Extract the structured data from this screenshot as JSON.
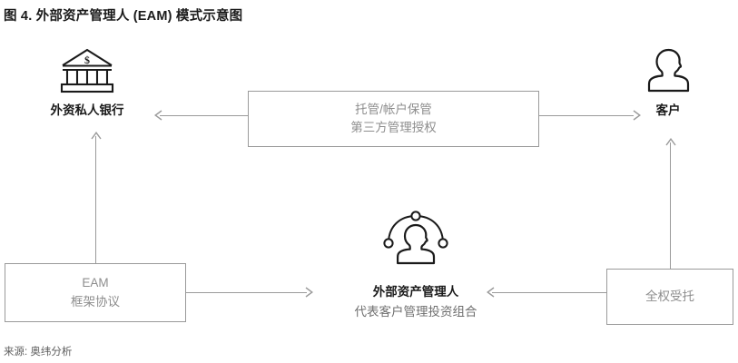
{
  "figure": {
    "title": "图 4. 外部资产管理人 (EAM) 模式示意图",
    "source": "来源: 奥纬分析"
  },
  "nodes": {
    "bank": {
      "icon": "bank-icon",
      "label": "外资私人银行"
    },
    "client": {
      "icon": "person-icon",
      "label": "客户"
    },
    "eam_manager": {
      "icon": "network-person-icon",
      "label": "外部资产管理人",
      "sublabel": "代表客户管理投资组合"
    }
  },
  "boxes": {
    "custody": {
      "line1": "托管/帐户保管",
      "line2": "第三方管理授权"
    },
    "eam_agreement": {
      "line1": "EAM",
      "line2": "框架协议"
    },
    "mandate": {
      "line1": "全权受托"
    }
  },
  "connectors": [
    {
      "name": "custody-to-bank",
      "direction": "left"
    },
    {
      "name": "custody-to-client",
      "direction": "right"
    },
    {
      "name": "eam-agreement-to-eam-manager",
      "direction": "right"
    },
    {
      "name": "mandate-to-eam-manager",
      "direction": "left"
    },
    {
      "name": "eam-agreement-to-bank",
      "direction": "up"
    },
    {
      "name": "mandate-to-client",
      "direction": "up"
    }
  ],
  "colors": {
    "line": "#9a9a9a",
    "box_border": "#9a9a9a",
    "box_text": "#8d8d8d",
    "label_bold": "#1a1a1a",
    "label_sub": "#6f6f6f",
    "icon_stroke": "#1a1a1a",
    "background": "#ffffff"
  }
}
